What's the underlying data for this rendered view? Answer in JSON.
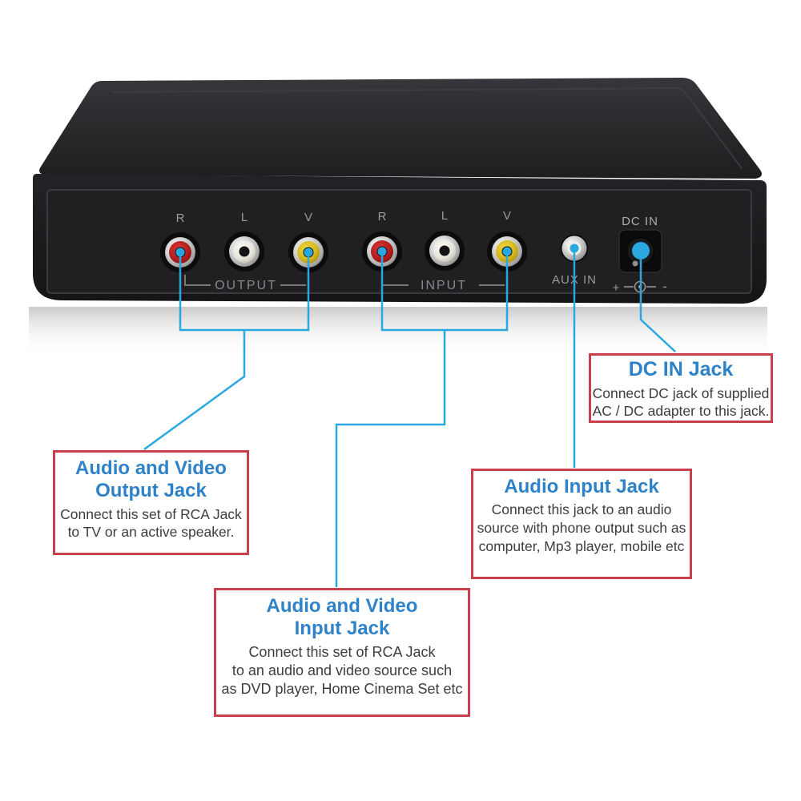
{
  "colors": {
    "accent_line": "#29a7e0",
    "callout_border": "#c9404d",
    "heading_blue": "#2e82c9",
    "body_text": "#3d3d3d",
    "rca_red": "#b01d1d",
    "rca_white": "#e7e4da",
    "rca_yellow": "#d8b91e"
  },
  "device": {
    "panel": {
      "output_channels": [
        "R",
        "L",
        "V"
      ],
      "input_channels": [
        "R",
        "L",
        "V"
      ],
      "output_label": "OUTPUT",
      "input_label": "INPUT",
      "aux_label": "AUX IN",
      "dc_label": "DC IN",
      "dc_polarity": {
        "plus": "+",
        "minus": "-"
      }
    }
  },
  "callouts": {
    "output": {
      "title_line1": "Audio and Video",
      "title_line2": "Output Jack",
      "body_lines": [
        "Connect this set of RCA Jack",
        "to TV or an active speaker."
      ]
    },
    "input": {
      "title_line1": "Audio and Video",
      "title_line2": "Input Jack",
      "body_lines": [
        "Connect this set of RCA Jack",
        "to an audio and video source such",
        "as DVD player,  Home Cinema Set etc"
      ]
    },
    "aux": {
      "title_line1": "Audio Input Jack",
      "body_lines": [
        "Connect this jack to an audio",
        "source with phone output such as",
        "computer, Mp3 player, mobile etc"
      ]
    },
    "dc": {
      "title_line1": "DC IN Jack",
      "body_lines": [
        "Connect DC jack of supplied",
        "AC / DC adapter to this jack."
      ]
    }
  }
}
